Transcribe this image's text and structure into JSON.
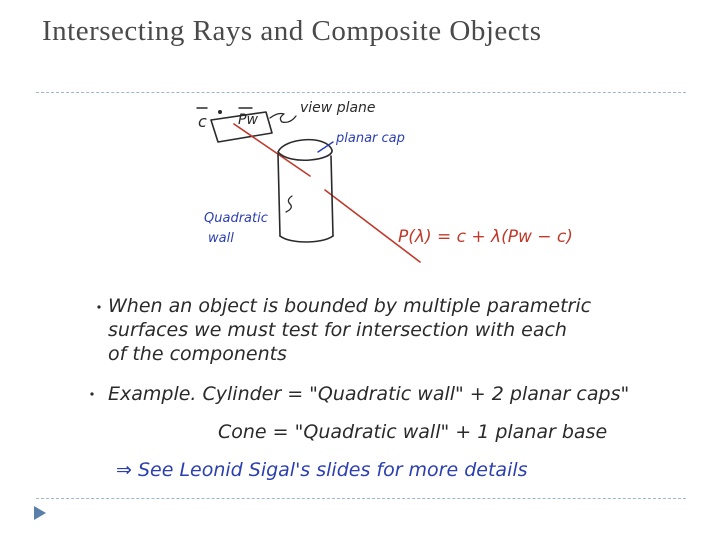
{
  "slide": {
    "title": "Intersecting Rays and Composite Objects"
  },
  "diagram": {
    "label_c": "c",
    "label_pw": "Pw",
    "label_view_plane": "view plane",
    "label_planar_cap": "planar cap",
    "label_quadratic_wall_1": "Quadratic",
    "label_quadratic_wall_2": "wall",
    "equation": "P(λ) = c + λ(Pw − c)"
  },
  "notes": {
    "bullet1_line1": "When an object is bounded by multiple parametric",
    "bullet1_line2": "surfaces we must test for intersection with each",
    "bullet1_line3": "of the components",
    "bullet2_line1": "Example. Cylinder = \"Quadratic wall\" + 2 planar caps\"",
    "bullet2_line2": "Cone = \"Quadratic wall\" + 1 planar base",
    "see_also": "⇒ See Leonid Sigal's slides for more details"
  },
  "colors": {
    "ink": "#2a2a2a",
    "red_ink": "#c0392b",
    "blue_ink": "#2c3fb0",
    "title": "#4a4a4a",
    "divider": "#9fb6cc",
    "bullet": "#5a7fa8"
  }
}
